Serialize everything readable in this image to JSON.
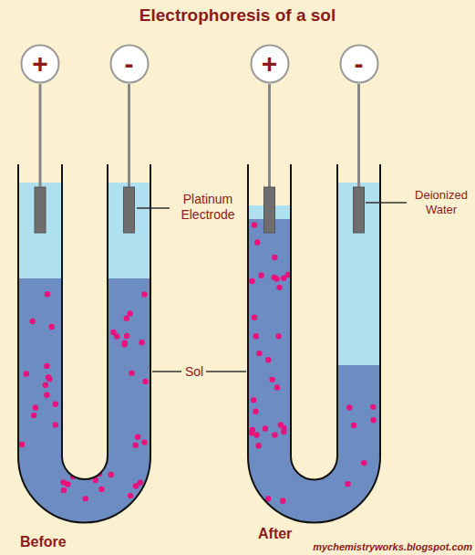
{
  "diagram": {
    "title": "Electrophoresis of a sol",
    "nodes": [
      {
        "text": [
          "+"
        ]
      },
      {
        "text": [
          "-"
        ]
      },
      {
        "text": [
          "+"
        ]
      },
      {
        "text": [
          "-"
        ]
      }
    ],
    "edges": [],
    "labels": [
      "Platinum Electrode",
      "Deionized Water",
      "Sol",
      "Before",
      "After",
      "mychemistryworks.blogspot.com"
    ]
  }
}
